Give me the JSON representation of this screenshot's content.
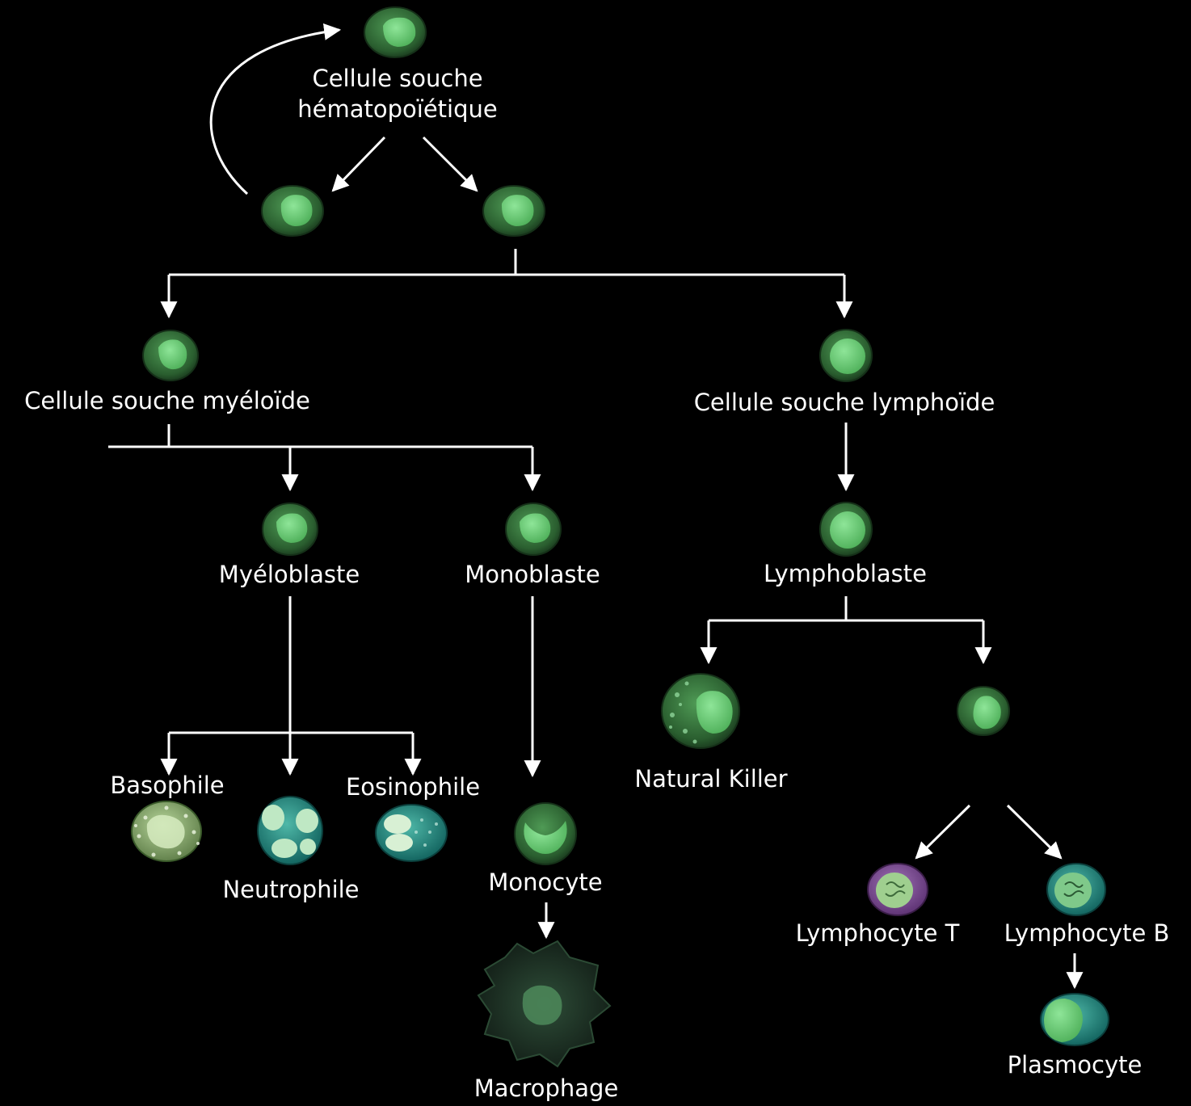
{
  "colors": {
    "background": "#000000",
    "arrow": "#ffffff",
    "cell_outer": "#2f6a34",
    "cell_inner": "#6fd07a",
    "cytoplasm_teal": "#1e8c86",
    "t_cell_purple": "#7b4a91",
    "basophil": "#8fb37a"
  },
  "labels": {
    "stem_cell_line1": "Cellule souche",
    "stem_cell_line2": "hématopoïétique",
    "myeloid": "Cellule souche myéloïde",
    "lymphoid": "Cellule souche lymphoïde",
    "myeloblast": "Myéloblaste",
    "monoblast": "Monoblaste",
    "lymphoblast": "Lymphoblaste",
    "basophil": "Basophile",
    "neutrophil": "Neutrophile",
    "eosinophil": "Eosinophile",
    "monocyte": "Monocyte",
    "macrophage": "Macrophage",
    "natural_killer": "Natural Killer",
    "t_lymphocyte": "Lymphocyte T",
    "b_lymphocyte": "Lymphocyte B",
    "plasmocyte": "Plasmocyte"
  }
}
